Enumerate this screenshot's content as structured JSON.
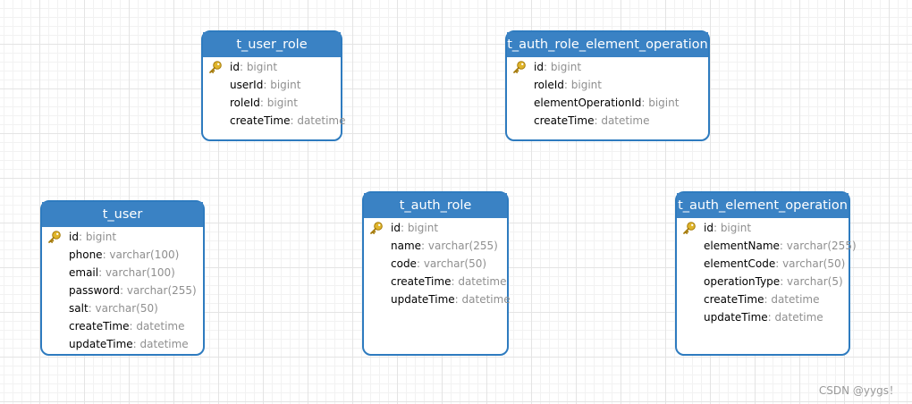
{
  "entities": [
    {
      "name": "t_user_role",
      "fields": [
        {
          "name": "id",
          "type": "bigint",
          "key": true
        },
        {
          "name": "userId",
          "type": "bigint",
          "key": false
        },
        {
          "name": "roleId",
          "type": "bigint",
          "key": false
        },
        {
          "name": "createTime",
          "type": "datetime",
          "key": false
        }
      ]
    },
    {
      "name": "t_auth_role_element_operation",
      "fields": [
        {
          "name": "id",
          "type": "bigint",
          "key": true
        },
        {
          "name": "roleId",
          "type": "bigint",
          "key": false
        },
        {
          "name": "elementOperationId",
          "type": "bigint",
          "key": false
        },
        {
          "name": "createTime",
          "type": "datetime",
          "key": false
        }
      ]
    },
    {
      "name": "t_user",
      "fields": [
        {
          "name": "id",
          "type": "bigint",
          "key": true
        },
        {
          "name": "phone",
          "type": "varchar(100)",
          "key": false
        },
        {
          "name": "email",
          "type": "varchar(100)",
          "key": false
        },
        {
          "name": "password",
          "type": "varchar(255)",
          "key": false
        },
        {
          "name": "salt",
          "type": "varchar(50)",
          "key": false
        },
        {
          "name": "createTime",
          "type": "datetime",
          "key": false
        },
        {
          "name": "updateTime",
          "type": "datetime",
          "key": false
        }
      ]
    },
    {
      "name": "t_auth_role",
      "fields": [
        {
          "name": "id",
          "type": "bigint",
          "key": true
        },
        {
          "name": "name",
          "type": "varchar(255)",
          "key": false
        },
        {
          "name": "code",
          "type": "varchar(50)",
          "key": false
        },
        {
          "name": "createTime",
          "type": "datetime",
          "key": false
        },
        {
          "name": "updateTime",
          "type": "datetime",
          "key": false
        }
      ]
    },
    {
      "name": "t_auth_element_operation",
      "fields": [
        {
          "name": "id",
          "type": "bigint",
          "key": true
        },
        {
          "name": "elementName",
          "type": "varchar(255)",
          "key": false
        },
        {
          "name": "elementCode",
          "type": "varchar(50)",
          "key": false
        },
        {
          "name": "operationType",
          "type": "varchar(5)",
          "key": false
        },
        {
          "name": "createTime",
          "type": "datetime",
          "key": false
        },
        {
          "name": "updateTime",
          "type": "datetime",
          "key": false
        }
      ]
    }
  ],
  "watermark": "CSDN @yygs！",
  "colors": {
    "header": "#3a82c4",
    "border": "#2e7bbf",
    "type_text": "#8f8f8f",
    "key_icon": "#e0b52b"
  },
  "icons": {
    "primary_key": "key-icon"
  }
}
